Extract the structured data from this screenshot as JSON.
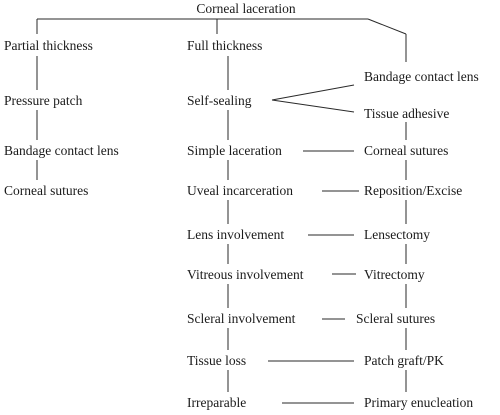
{
  "diagram": {
    "root": "Corneal laceration",
    "partial": {
      "title": "Partial thickness",
      "steps": [
        "Pressure patch",
        "Bandage contact lens",
        "Corneal sutures"
      ]
    },
    "full": {
      "title": "Full thickness",
      "steps": [
        "Self-sealing",
        "Simple laceration",
        "Uveal incarceration",
        "Lens involvement",
        "Vitreous involvement",
        "Scleral involvement",
        "Tissue loss",
        "Irreparable"
      ]
    },
    "treatments": [
      "Bandage contact lens",
      "Tissue adhesive",
      "Corneal sutures",
      "Reposition/Excise",
      "Lensectomy",
      "Vitrectomy",
      "Scleral sutures",
      "Patch graft/PK",
      "Primary enucleation"
    ]
  }
}
